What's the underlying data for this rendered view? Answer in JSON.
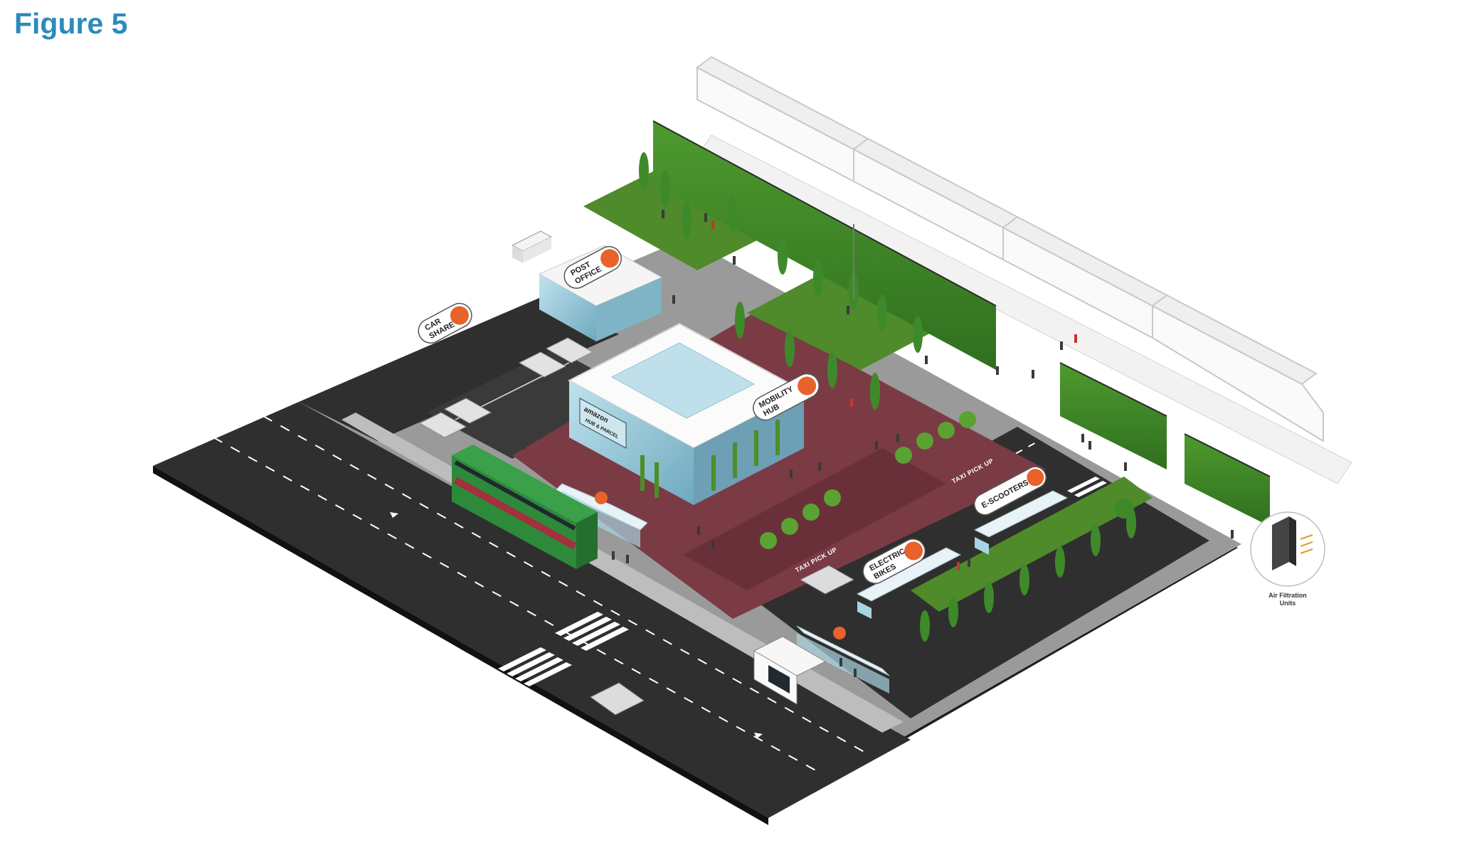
{
  "figure": {
    "title": "Figure 5"
  },
  "signs": {
    "car_share": [
      "CAR",
      "SHARE"
    ],
    "post_office": [
      "POST",
      "OFFICE"
    ],
    "mobility_hub": [
      "MOBILITY",
      "HUB"
    ],
    "electric_bikes": [
      "ELECTRIC",
      "BIKES"
    ],
    "e_scooters": "E-SCOOTERS"
  },
  "road_markings": {
    "taxi_pick_up_1": "TAXI PICK UP",
    "taxi_pick_up_2": "TAXI PICK UP"
  },
  "building": {
    "brand": "amazon",
    "locker": "HUB & PARCEL"
  },
  "callout": {
    "label": [
      "Air Filtration",
      "Units"
    ]
  },
  "colors": {
    "title": "#2a8bbd",
    "road": "#2f2f2f",
    "plaza": "#7a3b45",
    "grass": "#4f8a2b",
    "hedge": "#3f8a2a",
    "bus": "#2d8a3a",
    "sign_accent": "#e8622c"
  }
}
